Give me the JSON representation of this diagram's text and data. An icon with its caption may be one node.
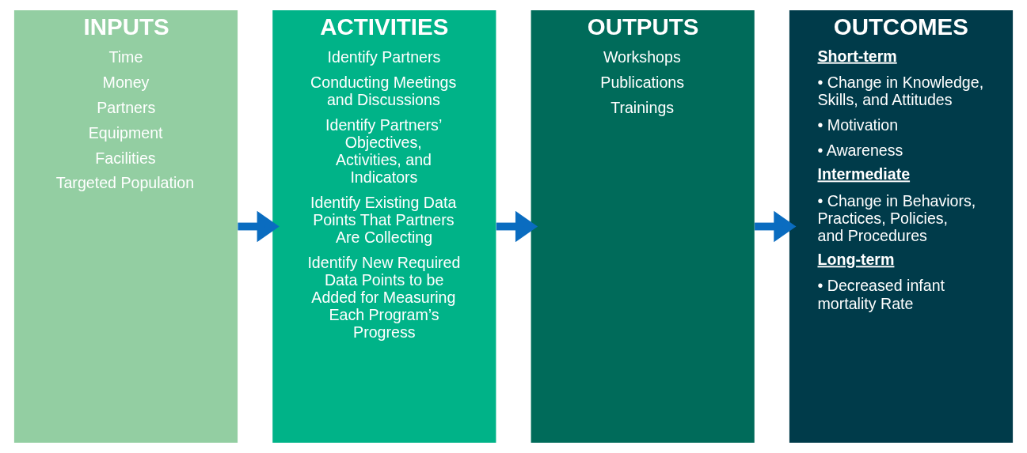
{
  "diagram": {
    "nodes": [
      {
        "text": [
          "INPUTS",
          "Time",
          "Money",
          "Partners",
          "Equipment",
          "Facilities",
          "Targeted Population"
        ]
      },
      {
        "text": [
          "ACTIVITIES",
          "Identify Partners",
          "Conducting Meetings and Discussions",
          "Identify Partners’ Objectives, Activities, and Indicators",
          "Identify Existing Data Points That Partners Are Collecting",
          "Identify New Required Data Points to be Added for Measuring Each Program’s Progress"
        ]
      },
      {
        "text": [
          "OUTPUTS",
          "Workshops",
          "Publications",
          "Trainings"
        ]
      },
      {
        "text": [
          "OUTCOMES",
          "Short-term",
          "• Change in Knowledge, Skills, and Attitudes",
          "• Motivation",
          "• Awareness",
          "Intermediate",
          "• Change in Behaviors, Practices, Policies, and Procedures",
          "Long-term",
          "• Decreased infant mortality Rate"
        ]
      }
    ],
    "edges": [
      {
        "from": 0,
        "to": 1,
        "arrow": "to"
      },
      {
        "from": 1,
        "to": 2,
        "arrow": "to"
      },
      {
        "from": 2,
        "to": 3,
        "arrow": "to"
      }
    ]
  }
}
